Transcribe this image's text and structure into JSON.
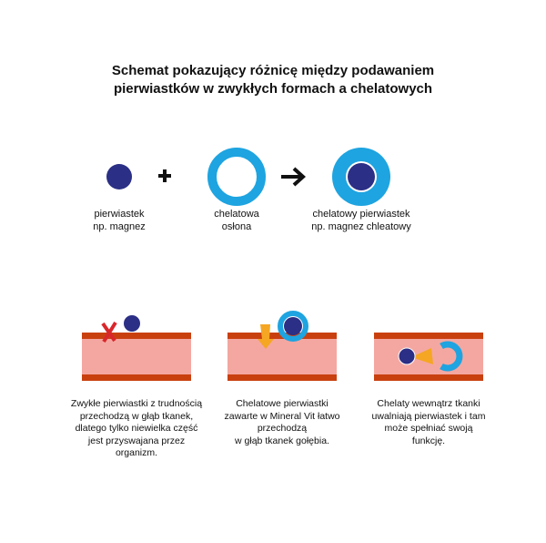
{
  "title": {
    "line1": "Schemat pokazujący różnicę między podawaniem",
    "line2": "pierwiastków w zwykłych formach a chelatowych"
  },
  "top_row": {
    "element": {
      "line1": "pierwiastek",
      "line2": "np. magnez"
    },
    "operator_plus": "+",
    "shell": {
      "line1": "chelatowa",
      "line2": "osłona"
    },
    "chelate": {
      "line1": "chelatowy pierwiastek",
      "line2": "np. magnez chleatowy"
    }
  },
  "panels": [
    {
      "caption": [
        "Zwykłe pierwiastki z trudnością",
        "przechodzą w głąb tkanek,",
        "dlatego tylko niewielka część",
        "jest przyswajana przez",
        "organizm."
      ]
    },
    {
      "caption": [
        "Chelatowe pierwiastki",
        "zawarte w Mineral Vit łatwo",
        "przechodzą",
        "w głąb tkanek gołębia."
      ]
    },
    {
      "caption": [
        "Chelaty wewnątrz tkanki",
        "uwalniają pierwiastek i tam",
        "może spełniać swoją",
        "funkcję."
      ]
    }
  ],
  "colors": {
    "element": "#2b2f85",
    "shell": "#1ea4e0",
    "tissue_band": "#c9400f",
    "tissue": "#f4a7a1",
    "arrow": "#f5a623",
    "cross": "#d9262b"
  }
}
